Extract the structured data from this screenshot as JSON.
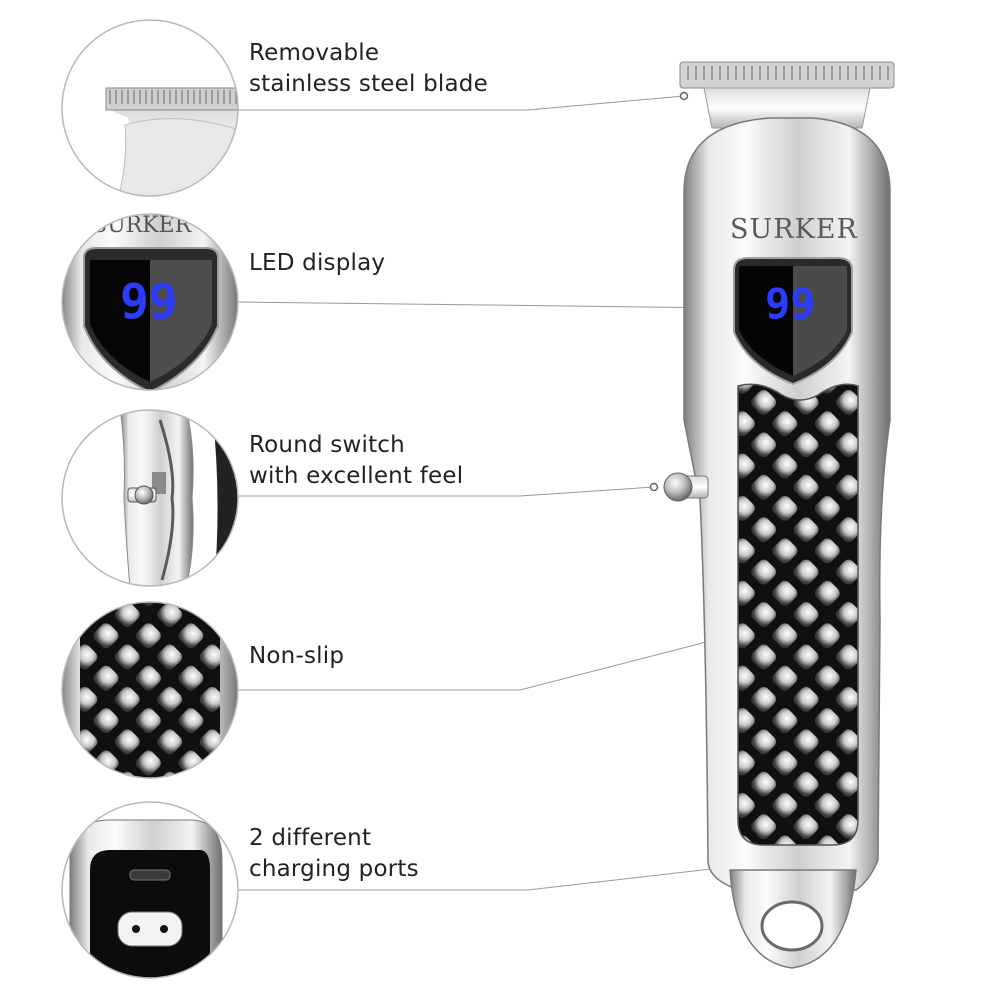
{
  "features": [
    {
      "id": "blade",
      "lines": [
        "Removable",
        "stainless steel blade"
      ]
    },
    {
      "id": "display",
      "lines": [
        "LED display"
      ]
    },
    {
      "id": "switch",
      "lines": [
        "Round switch",
        "with excellent feel"
      ]
    },
    {
      "id": "grip",
      "lines": [
        "Non-slip"
      ]
    },
    {
      "id": "ports",
      "lines": [
        "2 different",
        "charging ports"
      ]
    }
  ],
  "product": {
    "brand": "SURKER",
    "display_value": "99",
    "zoom_brand_fragment": "SURKER"
  },
  "colors": {
    "chrome_light": "#f2f2f2",
    "chrome_dark": "#8a8a8a",
    "grip_black": "#111111",
    "led_blue": "#2b3cff",
    "leader_line": "#9a9a9a"
  }
}
